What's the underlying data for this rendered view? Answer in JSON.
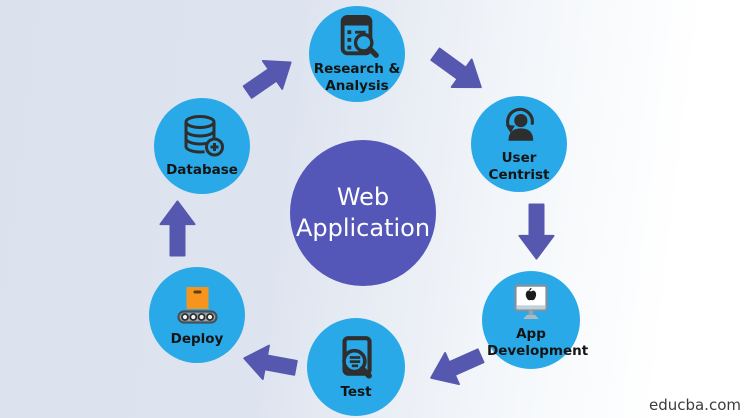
{
  "diagram": {
    "center": {
      "label": "Web Application"
    },
    "nodes": [
      {
        "id": "research-analysis",
        "label": "Research & Analysis",
        "icon": "checklist-magnifier-icon"
      },
      {
        "id": "user-centrist",
        "label": "User Centrist",
        "icon": "user-refresh-icon"
      },
      {
        "id": "app-development",
        "label": "App Development",
        "icon": "monitor-apple-icon"
      },
      {
        "id": "test",
        "label": "Test",
        "icon": "document-magnifier-icon"
      },
      {
        "id": "deploy",
        "label": "Deploy",
        "icon": "conveyor-box-icon"
      },
      {
        "id": "database",
        "label": "Database",
        "icon": "database-add-icon"
      }
    ],
    "flow": [
      {
        "from": "database",
        "to": "research-analysis"
      },
      {
        "from": "research-analysis",
        "to": "user-centrist"
      },
      {
        "from": "user-centrist",
        "to": "app-development"
      },
      {
        "from": "app-development",
        "to": "test"
      },
      {
        "from": "test",
        "to": "deploy"
      },
      {
        "from": "deploy",
        "to": "database"
      }
    ],
    "colors": {
      "node_fill": "#29A9E8",
      "center_fill": "#5456B8",
      "arrow_fill": "#5558AE",
      "label_color": "#141414",
      "center_label_color": "#FFFFFF",
      "icon_stroke": "#2E2E2E",
      "box_orange": "#F7941E"
    }
  },
  "watermark": {
    "text": "educba.com"
  }
}
